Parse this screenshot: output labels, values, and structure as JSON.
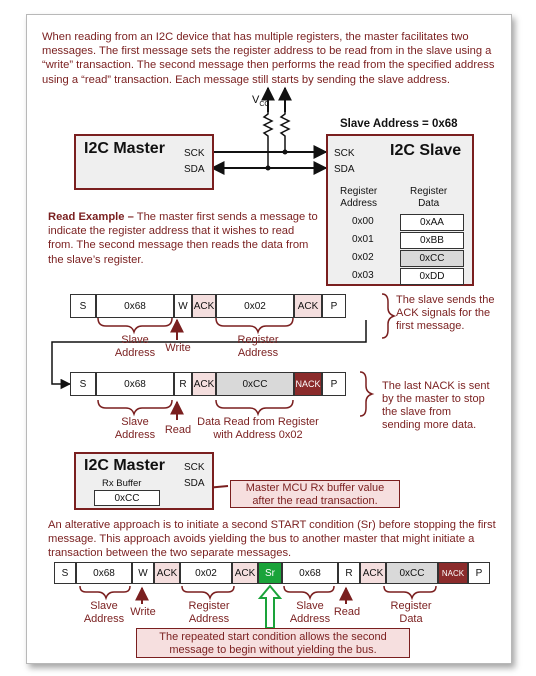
{
  "intro_text": "When reading from an I2C device that has multiple registers, the master facilitates two messages.  The first message sets the register address to be read from in the slave using a “write” transaction.  The second message then performs the read from the specified address using a “read” transaction.  Each message still starts by sending the slave address.",
  "vcc": {
    "main": "V",
    "sub": "CC"
  },
  "slave_address_label": "Slave Address = 0x68",
  "master": {
    "title": "I2C Master",
    "sck": "SCK",
    "sda": "SDA"
  },
  "slave": {
    "title": "I2C Slave",
    "sck": "SCK",
    "sda": "SDA",
    "col_address": "Register\nAddress",
    "col_data": "Register\nData",
    "rows": [
      {
        "addr": "0x00",
        "data": "0xAA"
      },
      {
        "addr": "0x01",
        "data": "0xBB"
      },
      {
        "addr": "0x02",
        "data": "0xCC"
      },
      {
        "addr": "0x03",
        "data": "0xDD"
      }
    ]
  },
  "read_example": {
    "lead": "Read Example –",
    "body": " The master first sends a message to indicate the register address that it wishes to read from.  The second message then reads the data from the slave’s register."
  },
  "frame1": {
    "cells": [
      "S",
      "0x68",
      "W",
      "ACK",
      "0x02",
      "ACK",
      "P"
    ],
    "label_slave_address": "Slave\nAddress",
    "label_write": "Write",
    "label_register_address": "Register\nAddress",
    "note": "The slave sends the ACK signals for the first message."
  },
  "frame2": {
    "cells": [
      "S",
      "0x68",
      "R",
      "ACK",
      "0xCC",
      "NACK",
      "P"
    ],
    "label_slave_address": "Slave\nAddress",
    "label_read": "Read",
    "label_data": "Data Read from Register\nwith Address 0x02",
    "note": "The last NACK is sent by the master to stop the slave from sending more data."
  },
  "master2": {
    "title": "I2C Master",
    "sck": "SCK",
    "sda": "SDA",
    "buffer_label": "Rx Buffer",
    "buffer_value": "0xCC"
  },
  "master_callout": "Master MCU Rx buffer value\nafter the read transaction.",
  "alt_text": "An alterative approach is to initiate a second START condition (Sr) before stopping the first message.  This approach avoids yielding the bus to another master that might initiate a transaction between the two separate messages.",
  "frame3": {
    "cells": [
      "S",
      "0x68",
      "W",
      "ACK",
      "0x02",
      "ACK",
      "Sr",
      "0x68",
      "R",
      "ACK",
      "0xCC",
      "NACK",
      "P"
    ],
    "label_slave_address_1": "Slave\nAddress",
    "label_write": "Write",
    "label_register_address": "Register\nAddress",
    "label_slave_address_2": "Slave\nAddress",
    "label_read": "Read",
    "label_register_data": "Register\nData",
    "callout": "The repeated start condition allows the second message to begin without yielding the bus."
  },
  "colors": {
    "maroon": "#7a1f1f",
    "ack_fill": "#f4dede",
    "data_fill": "#d9d9d9",
    "nack_fill": "#8b2b2b",
    "sr_fill": "#1aa33a"
  }
}
